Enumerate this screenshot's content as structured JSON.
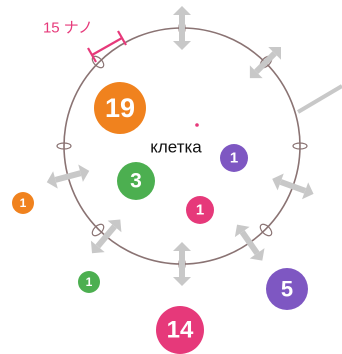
{
  "scale_bar": {
    "label": "15 ナノ"
  },
  "cell": {
    "label": "клетка"
  },
  "colors": {
    "orange": "#f0821e",
    "green": "#4caf50",
    "purple": "#7e57c2",
    "pink": "#e6397a",
    "arrow": "#c8c8c8",
    "membrane": "#8a7373",
    "scale": "#e6397a"
  },
  "particles": [
    {
      "id": "p19",
      "label": "19",
      "color": "orange",
      "location": "inside"
    },
    {
      "id": "p3",
      "label": "3",
      "color": "green",
      "location": "inside"
    },
    {
      "id": "p1-purple-inside",
      "label": "1",
      "color": "purple",
      "location": "inside"
    },
    {
      "id": "p1-pink-inside",
      "label": "1",
      "color": "pink",
      "location": "inside"
    },
    {
      "id": "p1-orange-outside",
      "label": "1",
      "color": "orange",
      "location": "outside"
    },
    {
      "id": "p1-green-outside",
      "label": "1",
      "color": "green",
      "location": "outside"
    },
    {
      "id": "p5",
      "label": "5",
      "color": "purple",
      "location": "outside"
    },
    {
      "id": "p14",
      "label": "14",
      "color": "pink",
      "location": "outside"
    }
  ]
}
